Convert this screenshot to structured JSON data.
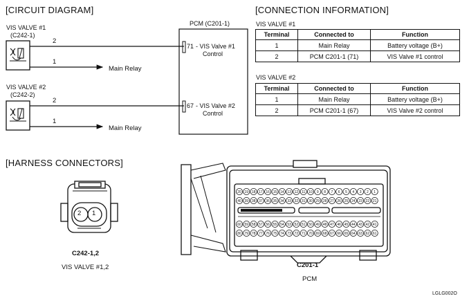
{
  "circuit": {
    "heading": "[CIRCUIT DIAGRAM]",
    "valve1": {
      "name": "VIS VALVE #1",
      "code": "(C242-1)",
      "pin_top": "2",
      "pin_bottom": "1",
      "relay_label": "Main Relay"
    },
    "valve2": {
      "name": "VIS VALVE #2",
      "code": "(C242-2)",
      "pin_top": "2",
      "pin_bottom": "1",
      "relay_label": "Main Relay"
    },
    "pcm": {
      "title": "PCM (C201-1)",
      "pin1": "71",
      "pin1_line1": "- VIS Valve #1",
      "pin1_line2": "Control",
      "pin2": "67",
      "pin2_line1": "- VIS Valve #2",
      "pin2_line2": "Control"
    }
  },
  "connection": {
    "heading": "[CONNECTION INFORMATION]",
    "columns": [
      "Terminal",
      "Connected to",
      "Function"
    ],
    "tables": [
      {
        "title": "VIS VALVE #1",
        "rows": [
          [
            "1",
            "Main Relay",
            "Battery voltage (B+)"
          ],
          [
            "2",
            "PCM C201-1 (71)",
            "VIS Valve #1 control"
          ]
        ]
      },
      {
        "title": "VIS VALVE #2",
        "rows": [
          [
            "1",
            "Main Relay",
            "Battery voltage (B+)"
          ],
          [
            "2",
            "PCM C201-1 (67)",
            "VIS Valve #2 control"
          ]
        ]
      }
    ]
  },
  "harness": {
    "heading": "[HARNESS CONNECTORS]",
    "small": {
      "pin_left": "2",
      "pin_right": "1",
      "code": "C242-1,2",
      "caption": "VIS VALVE #1,2"
    },
    "pcm": {
      "code": "C201-1",
      "caption": "PCM",
      "row1": [
        "20",
        "19",
        "18",
        "17",
        "16",
        "15",
        "14",
        "13",
        "12",
        "11",
        "10",
        "9",
        "8",
        "7",
        "6",
        "5",
        "4",
        "3",
        "2",
        "1"
      ],
      "row2": [
        "40",
        "39",
        "38",
        "37",
        "36",
        "35",
        "34",
        "33",
        "32",
        "31",
        "30",
        "29",
        "28",
        "27",
        "26",
        "25",
        "24",
        "23",
        "22",
        "21"
      ],
      "row3": [
        "60",
        "59",
        "58",
        "57",
        "56",
        "55",
        "54",
        "53",
        "52",
        "51",
        "50",
        "49",
        "48",
        "47",
        "46",
        "45",
        "44",
        "43",
        "42",
        "41"
      ],
      "row4": [
        "80",
        "79",
        "78",
        "77",
        "76",
        "75",
        "74",
        "73",
        "72",
        "71",
        "70",
        "69",
        "68",
        "67",
        "66",
        "65",
        "64",
        "63",
        "62",
        "61"
      ]
    }
  },
  "figure_code": "LGLG002O"
}
